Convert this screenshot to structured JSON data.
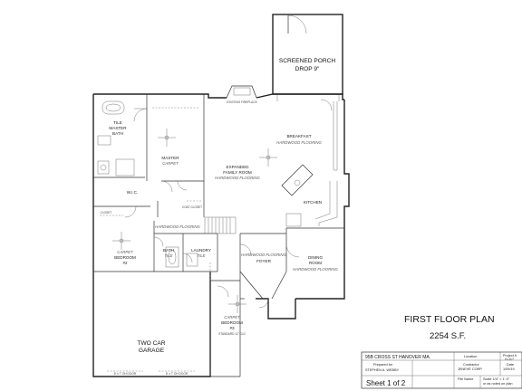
{
  "plan": {
    "title": "FIRST FLOOR  PLAN",
    "area": "2254 S.F.",
    "rooms": {
      "screened_porch_line1": "SCREENED PORCH",
      "screened_porch_line2": "DROP 9\"",
      "master_bath_line1": "TILE",
      "master_bath_line2": "MASTER",
      "master_bath_line3": "BATH",
      "master_line1": "MASTER",
      "master_line2": "CARPET",
      "wic": "W.I.C.",
      "breakfast_line1": "BREAKFAST",
      "breakfast_line2": "HARDWOOD FLOORING",
      "family_line1": "EXPANDED",
      "family_line2": "FAMILY ROOM",
      "family_line3": "HARDWOOD FLOORING",
      "kitchen": "KITCHEN",
      "closet": "CLOSET",
      "coat_closet": "COAT CLOSET",
      "hall_floor": "HARDWOOD FLOORING",
      "bedroom2_line1": "CARPET",
      "bedroom2_line2": "BEDROOM",
      "bedroom2_line3": "#2",
      "bath_line1": "BATH",
      "bath_line2": "TILE",
      "laundry_line1": "LAUNDRY",
      "laundry_line2": "TILE",
      "foyer_line1": "HARDWOOD FLOORING",
      "foyer_line2": "FOYER",
      "dining_line1": "DINING",
      "dining_line2": "ROOM",
      "dining_line3": "HARDWOOD FLOORING",
      "bedroom3_line1": "CARPET",
      "bedroom3_line2": "BEDROOM",
      "bedroom3_line3": "#3",
      "bedroom3_line4": "STANDARD 12' CLG",
      "garage_line1": "TWO CAR",
      "garage_line2": "GARAGE",
      "fireplace": "EXISTING FIREPLACE",
      "garage_door_left": "8' x 7' OH DOOR",
      "garage_door_right": "8' x 7' OH DOOR"
    }
  },
  "title_block": {
    "address": "95B CROSS ST HANOVER MA.",
    "location_label": "Location",
    "project_label": "Project #",
    "project_value": "H-117",
    "prepared_for_label": "Prepared for",
    "prepared_for_value": "STEPHEN A. WEBBY",
    "contractor_label": "Contractor",
    "contractor_value": "JENEVE CORP.",
    "date_label": "Date",
    "date_value": "1/09/19",
    "sheet": "Sheet 1 of 2",
    "file_name_label": "File Name",
    "scale_line1": "Scale 1/4\" = 1'-0\"",
    "scale_line2": "or as noted on plan"
  }
}
